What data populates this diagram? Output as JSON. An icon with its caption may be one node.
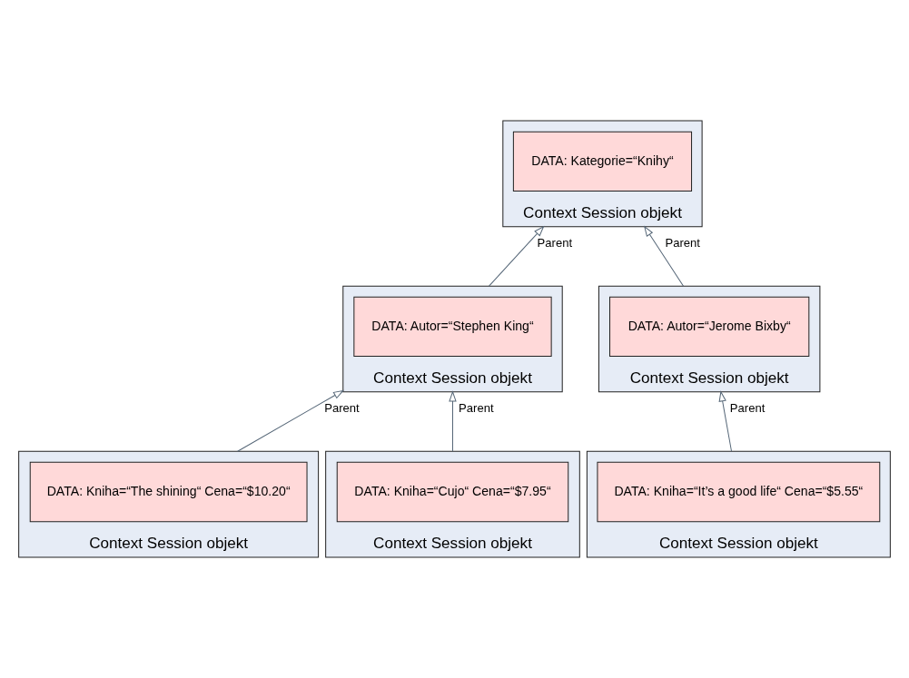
{
  "diagram": {
    "nodes": [
      {
        "text": [
          "Context Session objekt"
        ]
      },
      {
        "text": [
          "DATA: Kategorie=“Knihy“"
        ],
        "in": 0
      },
      {
        "text": [
          "Context Session objekt"
        ]
      },
      {
        "text": [
          "DATA: Autor=“Stephen King“"
        ],
        "in": 2
      },
      {
        "text": [
          "Context Session objekt"
        ]
      },
      {
        "text": [
          "DATA: Autor=“Jerome Bixby“"
        ],
        "in": 4
      },
      {
        "text": [
          "Context Session objekt"
        ]
      },
      {
        "text": [
          "DATA: Kniha=“The shining“ Cena=“$10.20“"
        ],
        "in": 6
      },
      {
        "text": [
          "Context Session objekt"
        ]
      },
      {
        "text": [
          "DATA: Kniha=“Cujo“ Cena=“$7.95“"
        ],
        "in": 8
      },
      {
        "text": [
          "Context Session objekt"
        ]
      },
      {
        "text": [
          "DATA: Kniha=“It’s a good life“ Cena=“$5.55“"
        ],
        "in": 10
      }
    ],
    "edges": [
      {
        "from": 2,
        "to": 0,
        "arrow": "to",
        "label": "Parent"
      },
      {
        "from": 4,
        "to": 0,
        "arrow": "to",
        "label": "Parent"
      },
      {
        "from": 6,
        "to": 2,
        "arrow": "to",
        "label": "Parent"
      },
      {
        "from": 8,
        "to": 2,
        "arrow": "to",
        "label": "Parent"
      },
      {
        "from": 10,
        "to": 4,
        "arrow": "to",
        "label": "Parent"
      }
    ]
  }
}
